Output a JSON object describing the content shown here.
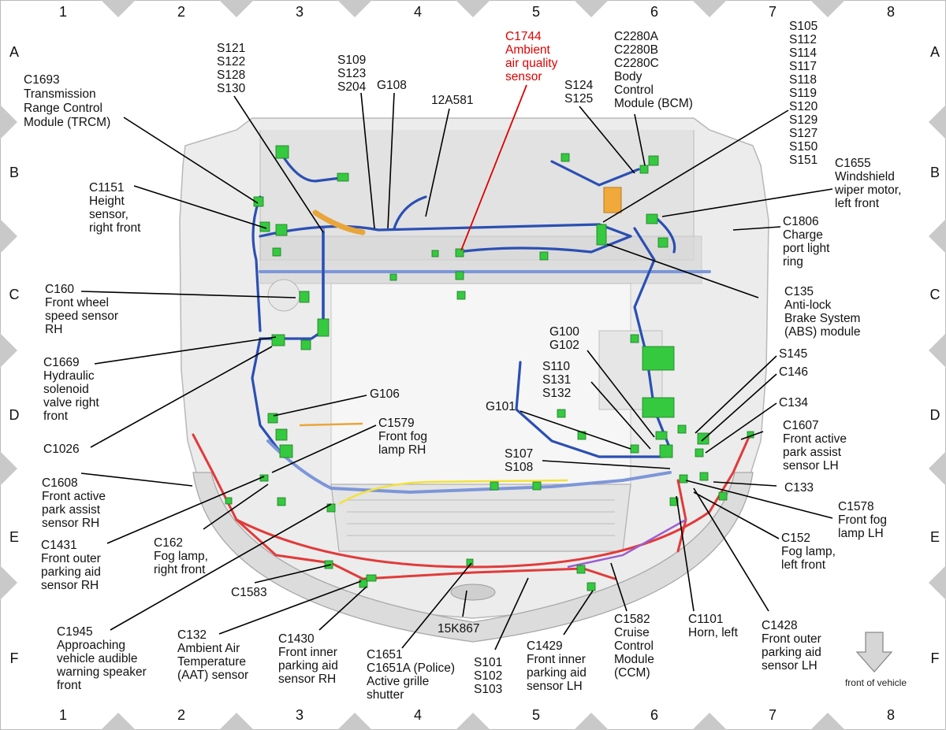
{
  "grid": {
    "columns": [
      "1",
      "2",
      "3",
      "4",
      "5",
      "6",
      "7",
      "8"
    ],
    "rows": [
      "A",
      "B",
      "C",
      "D",
      "E",
      "F"
    ]
  },
  "colors": {
    "harness_blue": "#2b4fb3",
    "harness_light_blue": "#7d96d8",
    "harness_red": "#e23a3a",
    "harness_yellow": "#f2e23a",
    "harness_orange": "#e9a53a",
    "connector_green": "#35c93f",
    "highlight_label_red": "#e00000"
  },
  "callouts": [
    {
      "id": "c1693",
      "lines": [
        "C1693",
        "Transmission",
        "Range Control",
        "Module (TRCM)"
      ]
    },
    {
      "id": "c1151",
      "lines": [
        "C1151",
        "Height",
        "sensor,",
        "right front"
      ]
    },
    {
      "id": "c160",
      "lines": [
        "C160",
        "Front wheel",
        "speed sensor",
        "RH"
      ]
    },
    {
      "id": "c1669",
      "lines": [
        "C1669",
        "Hydraulic",
        "solenoid",
        "valve right",
        "front"
      ]
    },
    {
      "id": "c1026",
      "lines": [
        "C1026"
      ]
    },
    {
      "id": "c1608",
      "lines": [
        "C1608",
        "Front active",
        "park assist",
        "sensor RH"
      ]
    },
    {
      "id": "c1431",
      "lines": [
        "C1431",
        "Front outer",
        "parking aid",
        "sensor RH"
      ]
    },
    {
      "id": "c162",
      "lines": [
        "C162",
        "Fog lamp,",
        "right front"
      ]
    },
    {
      "id": "c1583",
      "lines": [
        "C1583"
      ]
    },
    {
      "id": "c1945",
      "lines": [
        "C1945",
        "Approaching",
        "vehicle audible",
        "warning speaker",
        "front"
      ]
    },
    {
      "id": "c132",
      "lines": [
        "C132",
        "Ambient Air",
        "Temperature",
        "(AAT) sensor"
      ]
    },
    {
      "id": "c1430",
      "lines": [
        "C1430",
        "Front inner",
        "parking aid",
        "sensor RH"
      ]
    },
    {
      "id": "c1651",
      "lines": [
        "C1651",
        "C1651A  (Police)",
        "Active grille",
        "shutter"
      ]
    },
    {
      "id": "k15k867",
      "lines": [
        "15K867"
      ]
    },
    {
      "id": "s101",
      "lines": [
        "S101",
        "S102",
        "S103"
      ]
    },
    {
      "id": "c1429",
      "lines": [
        "C1429",
        "Front inner",
        "parking aid",
        "sensor LH"
      ]
    },
    {
      "id": "c1582",
      "lines": [
        "C1582",
        "Cruise",
        "Control",
        "Module",
        "(CCM)"
      ]
    },
    {
      "id": "c1101",
      "lines": [
        "C1101",
        "Horn, left"
      ]
    },
    {
      "id": "c1428",
      "lines": [
        "C1428",
        "Front outer",
        "parking aid",
        "sensor LH"
      ]
    },
    {
      "id": "s121",
      "lines": [
        "S121",
        "S122",
        "S128",
        "S130"
      ]
    },
    {
      "id": "s109",
      "lines": [
        "S109",
        "S123",
        "S204"
      ]
    },
    {
      "id": "g108",
      "lines": [
        "G108"
      ]
    },
    {
      "id": "k12a581",
      "lines": [
        "12A581"
      ]
    },
    {
      "id": "c1744",
      "lines": [
        "C1744",
        "Ambient",
        "air quality",
        "sensor"
      ],
      "highlight": true
    },
    {
      "id": "c2280",
      "lines": [
        "C2280A",
        "C2280B",
        "C2280C",
        "Body",
        "Control",
        "Module (BCM)"
      ]
    },
    {
      "id": "s124",
      "lines": [
        "S124",
        "S125"
      ]
    },
    {
      "id": "s105",
      "lines": [
        "S105",
        "S112",
        "S114",
        "S117",
        "S118",
        "S119",
        "S120",
        "S129",
        "S127",
        "S150",
        "S151"
      ]
    },
    {
      "id": "c1655",
      "lines": [
        "C1655",
        "Windshield",
        "wiper motor,",
        "left front"
      ]
    },
    {
      "id": "c1806",
      "lines": [
        "C1806",
        "Charge",
        "port light",
        "ring"
      ]
    },
    {
      "id": "c135",
      "lines": [
        "C135",
        "Anti-lock",
        "Brake System",
        "(ABS) module"
      ]
    },
    {
      "id": "g100",
      "lines": [
        "G100",
        "G102"
      ]
    },
    {
      "id": "s110",
      "lines": [
        "S110",
        "S131",
        "S132"
      ]
    },
    {
      "id": "s145",
      "lines": [
        "S145"
      ]
    },
    {
      "id": "c146",
      "lines": [
        "C146"
      ]
    },
    {
      "id": "c134",
      "lines": [
        "C134"
      ]
    },
    {
      "id": "c1607",
      "lines": [
        "C1607",
        "Front active",
        "park assist",
        "sensor LH"
      ]
    },
    {
      "id": "g106",
      "lines": [
        "G106"
      ]
    },
    {
      "id": "c1579",
      "lines": [
        "C1579",
        "Front fog",
        "lamp RH"
      ]
    },
    {
      "id": "g101",
      "lines": [
        "G101"
      ]
    },
    {
      "id": "s107",
      "lines": [
        "S107",
        "S108"
      ]
    },
    {
      "id": "c133",
      "lines": [
        "C133"
      ]
    },
    {
      "id": "c1578",
      "lines": [
        "C1578",
        "Front fog",
        "lamp LH"
      ]
    },
    {
      "id": "c152",
      "lines": [
        "C152",
        "Fog lamp,",
        "left front"
      ]
    }
  ],
  "orientation": {
    "label": "front of vehicle",
    "icon": "down-arrow-icon"
  }
}
